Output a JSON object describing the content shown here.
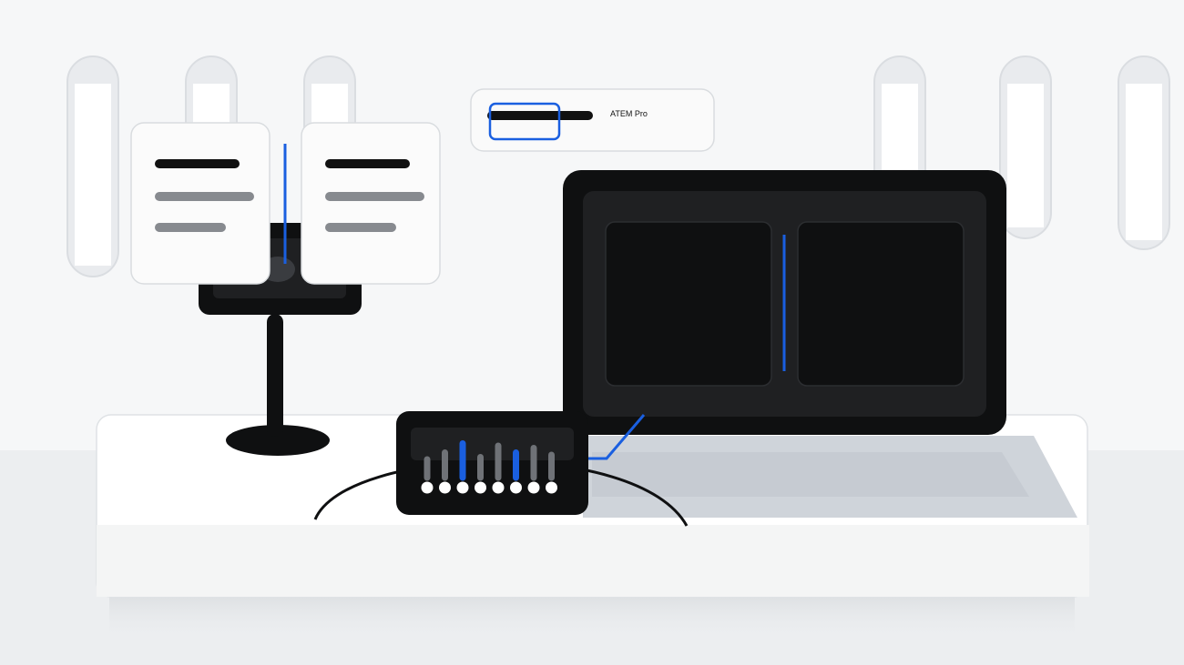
{
  "device_label": {
    "text": "ATEM Pro"
  },
  "colors": {
    "background": "#f6f7f8",
    "floor": "#eceef0",
    "accent": "#1a5fe0",
    "device_dark": "#0f1011",
    "device_panel": "#1f2022",
    "card": "#fbfbfb",
    "card_border": "#d9dcdf",
    "text_bar_dark": "#111111",
    "text_bar_gray": "#878a8f",
    "table_top": "#ffffff",
    "table_front": "#f4f5f5",
    "laptop_base": "#cfd4da"
  },
  "icons": {
    "studio_light_columns": "capsule-light-icon",
    "camera_on_stand": "camera-icon",
    "switcher_monitor": "monitor-icon",
    "mixer_console": "audio-mixer-icon",
    "script_cards": "document-card-icon"
  },
  "mixer": {
    "fader_levels": [
      0.4,
      0.55,
      0.75,
      0.45,
      0.7,
      0.55,
      0.65,
      0.5
    ],
    "highlighted_faders": [
      2,
      5
    ]
  }
}
